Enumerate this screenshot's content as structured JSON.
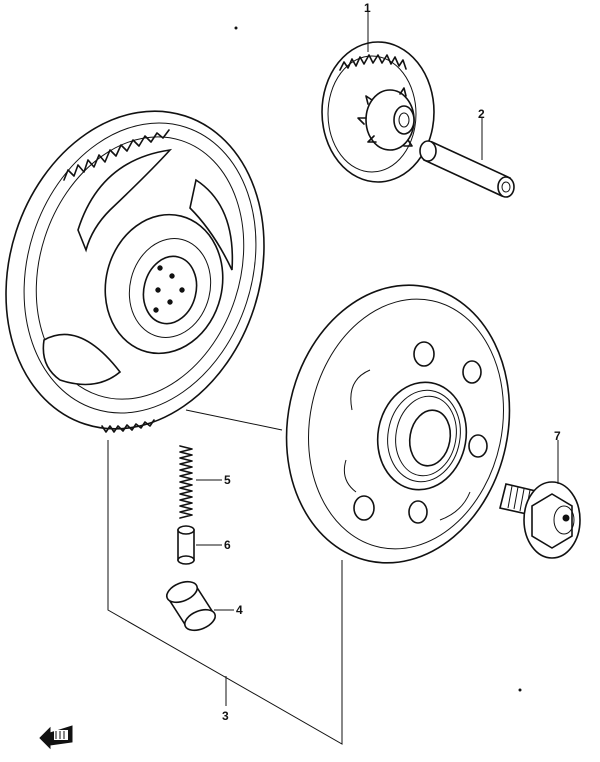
{
  "diagram": {
    "callouts": [
      {
        "id": "1",
        "text": "1"
      },
      {
        "id": "2",
        "text": "2"
      },
      {
        "id": "3",
        "text": "3"
      },
      {
        "id": "4",
        "text": "4"
      },
      {
        "id": "5",
        "text": "5"
      },
      {
        "id": "6",
        "text": "6"
      },
      {
        "id": "7",
        "text": "7"
      }
    ],
    "colors": {
      "ink": "#111111",
      "paper": "#ffffff"
    },
    "icons": {
      "front_arrow": "front-direction-arrow-icon"
    }
  }
}
